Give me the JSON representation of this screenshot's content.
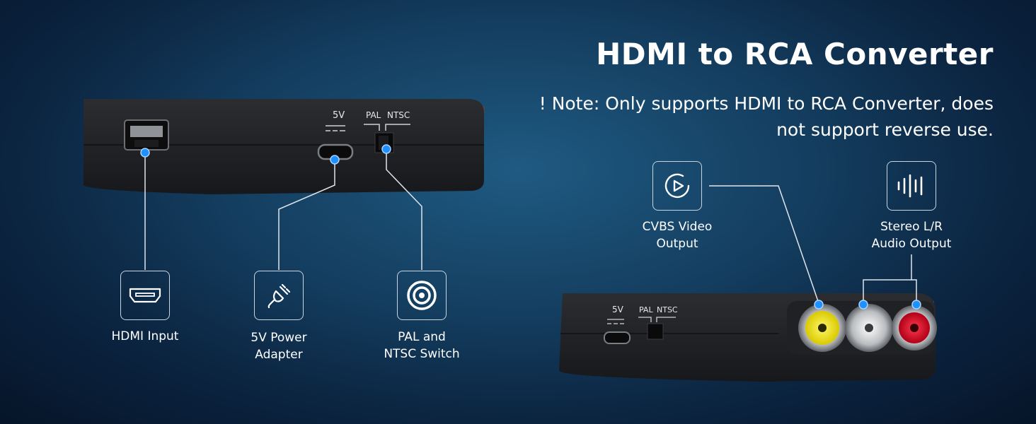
{
  "title": "HDMI to RCA Converter",
  "note": {
    "line1": "! Note: Only supports HDMI to RCA Converter, does",
    "line2": "not support reverse use."
  },
  "features": {
    "hdmi_input": {
      "icon": "hdmi-port-icon",
      "label": "HDMI Input"
    },
    "power": {
      "icon": "power-plug-icon",
      "label_line1": "5V Power",
      "label_line2": "Adapter"
    },
    "switch": {
      "icon": "target-switch-icon",
      "label_line1": "PAL and",
      "label_line2": "NTSC Switch"
    },
    "video": {
      "icon": "play-circle-icon",
      "label_line1": "CVBS Video",
      "label_line2": "Output"
    },
    "audio": {
      "icon": "audio-waveform-icon",
      "label_line1": "Stereo L/R",
      "label_line2": "Audio Output"
    }
  },
  "device_markings": {
    "voltage": "5V",
    "pal": "PAL",
    "ntsc": "NTSC"
  },
  "colors": {
    "accent_dot": "#1e90ff",
    "rca_yellow": "#f2e600",
    "rca_white": "#e6e6e6",
    "rca_red": "#e0102a"
  }
}
